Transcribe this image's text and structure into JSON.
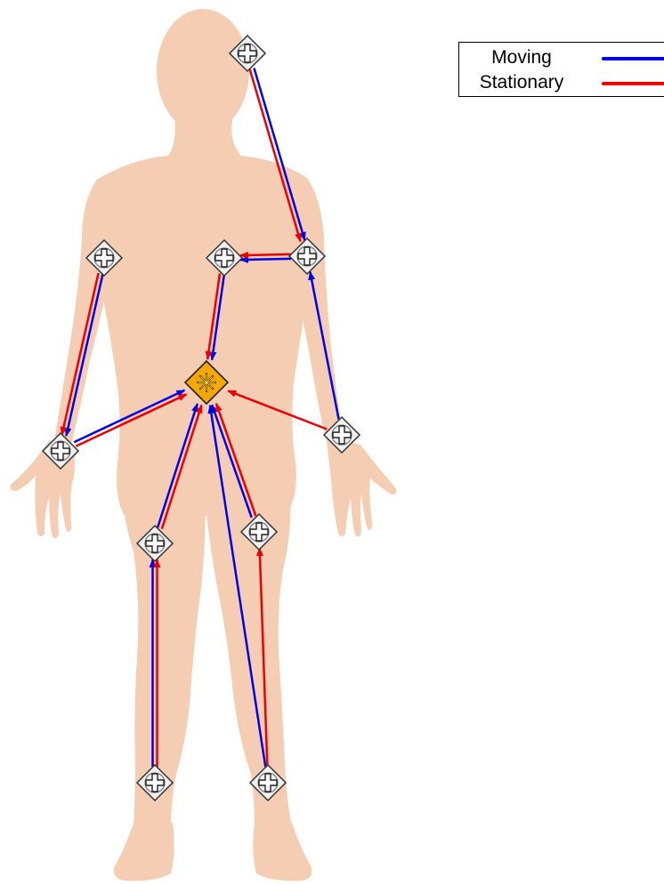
{
  "legend": {
    "moving_label": "Moving",
    "stationary_label": "Stationary",
    "moving_color": "#0000ee",
    "stationary_color": "#ee0000"
  },
  "colors": {
    "body": "#f4cdb2",
    "sensor_fill": "#f0f0f0",
    "hub_fill": "#f5a800"
  },
  "sensors": [
    {
      "id": "head"
    },
    {
      "id": "right-shoulder"
    },
    {
      "id": "chest"
    },
    {
      "id": "left-elbow"
    },
    {
      "id": "left-wrist"
    },
    {
      "id": "right-wrist"
    },
    {
      "id": "left-knee"
    },
    {
      "id": "right-knee"
    },
    {
      "id": "left-ankle"
    },
    {
      "id": "right-ankle"
    }
  ],
  "hub": {
    "id": "hub",
    "icon": "asterisk-icon"
  },
  "links": [
    {
      "from": "head",
      "to": "right-shoulder",
      "kinds": [
        "moving",
        "stationary"
      ]
    },
    {
      "from": "right-shoulder",
      "to": "chest",
      "kinds": [
        "moving",
        "stationary"
      ]
    },
    {
      "from": "chest",
      "to": "hub",
      "kinds": [
        "moving",
        "stationary"
      ]
    },
    {
      "from": "right-wrist",
      "to": "right-shoulder",
      "kinds": [
        "moving"
      ]
    },
    {
      "from": "right-wrist",
      "to": "hub",
      "kinds": [
        "stationary"
      ]
    },
    {
      "from": "left-elbow",
      "to": "left-wrist",
      "kinds": [
        "moving",
        "stationary"
      ]
    },
    {
      "from": "left-wrist",
      "to": "hub",
      "kinds": [
        "moving",
        "stationary"
      ]
    },
    {
      "from": "left-knee",
      "to": "hub",
      "kinds": [
        "moving",
        "stationary"
      ]
    },
    {
      "from": "right-knee",
      "to": "hub",
      "kinds": [
        "moving",
        "stationary"
      ]
    },
    {
      "from": "left-ankle",
      "to": "left-knee",
      "kinds": [
        "moving",
        "stationary"
      ]
    },
    {
      "from": "right-ankle",
      "to": "hub",
      "kinds": [
        "moving"
      ]
    },
    {
      "from": "right-ankle",
      "to": "right-knee",
      "kinds": [
        "stationary"
      ]
    }
  ]
}
